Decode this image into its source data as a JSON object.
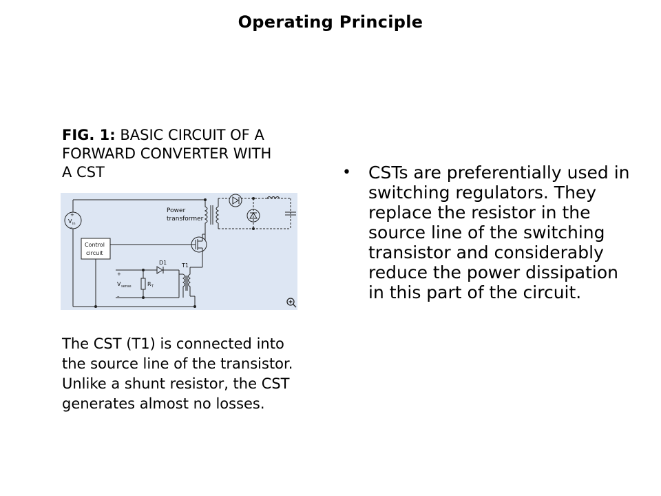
{
  "slide": {
    "title": "Operating Principle"
  },
  "figure": {
    "label": "FIG. 1:",
    "caption": "BASIC CIRCUIT OF A FORWARD CONVERTER WITH A CST",
    "diagram_labels": {
      "vin": "V",
      "vin_sub": "in",
      "power": "Power",
      "transformer": "transformer",
      "control1": "Control",
      "control2": "circuit",
      "d1": "D1",
      "t1": "T1",
      "rt": "R",
      "rt_sub": "T",
      "vsense": "V",
      "vsense_sub": "sense",
      "plus": "+",
      "minus": "–"
    },
    "zoom_icon": "zoom-in-icon"
  },
  "description": "The CST (T1) is connected into the source line of the transistor. Unlike a shunt resistor, the CST generates almost no losses.",
  "bullets": [
    "CSTs are preferentially used in switching regulators. They replace the resistor in the source line of the switching transistor and considerably reduce the power dissipation in this part of the circuit."
  ],
  "colors": {
    "diagram_bg": "#dde6f3",
    "line": "#222222"
  }
}
